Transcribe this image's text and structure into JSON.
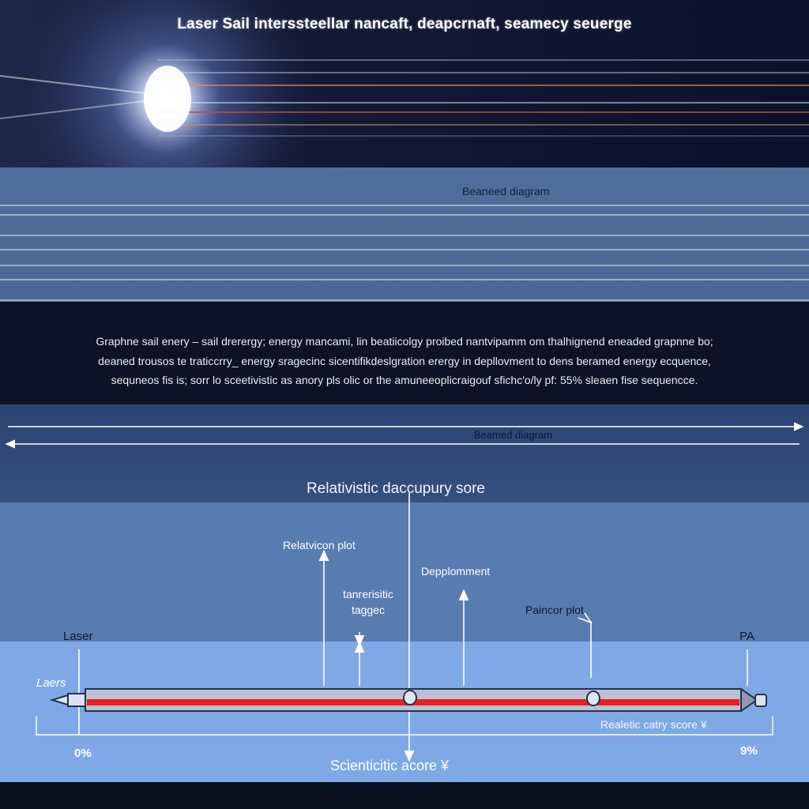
{
  "title": "Laser Sail interssteellar nancaft, deapcrnaft, seamecy seuerge",
  "band1_label": "Beaneed diagram",
  "description": [
    "Graphne sail enery – sail drerergy; energy mancami, lin beatiicolgy proibed nantvipamm om thalhignend eneaded grapnne bo;",
    "deaned trousos te traticcrry_ energy sragecinc sicentifikdeslgration erergy in depllovment to dens beramed energy ecquence,",
    "sequneos fis is; sorr lo sceetivistic as anory pls olic or the amuneeoplicraigouf sfichc'o/ly pf: 55% sleaen fise sequencce."
  ],
  "band2_label": "Beamed diagram",
  "score_title": "Relativistic daccupury sore",
  "annotations": {
    "relativicon_plot": "Relatvicon plot",
    "tanrerisitic_line1": "tanrerisitic",
    "tanrerisitic_line2": "taggec",
    "deployment": "Depplomment",
    "paincor_plot": "Paincor plot",
    "laser_top": "Laser",
    "laser_side": "Laers",
    "pa": "PA",
    "realetic_score": "Realetic catry score ¥",
    "left_percent": "0%",
    "right_percent": "9%",
    "scientific_score": "Scienticitic acore ¥"
  },
  "colors": {
    "bar_red": "#e52020",
    "bar_grey": "#b9c2d4",
    "arrow_white": "#ffffff"
  }
}
